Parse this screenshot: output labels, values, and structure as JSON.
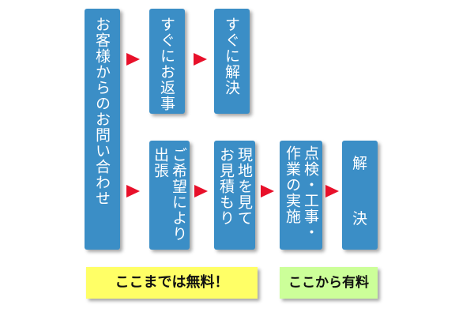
{
  "boxes": {
    "inquiry": "お客様からのお問い合わせ",
    "quick_reply": "すぐにお返事",
    "quick_solve": "すぐに解決",
    "visit_line1": "ご希望により",
    "visit_line2": "出張",
    "survey_line1": "現地を見て",
    "survey_line2": "お見積もり",
    "work_line1": "点検・工事・",
    "work_line2": "作業の実施",
    "solve_char1": "解",
    "solve_char2": "決"
  },
  "bands": {
    "free": "ここまでは無料！",
    "paid": "ここから有料"
  },
  "colors": {
    "box": "#3b8ec6",
    "arrow": "#e8102a",
    "free_band": "#ffff66",
    "paid_band": "#ccff99"
  }
}
